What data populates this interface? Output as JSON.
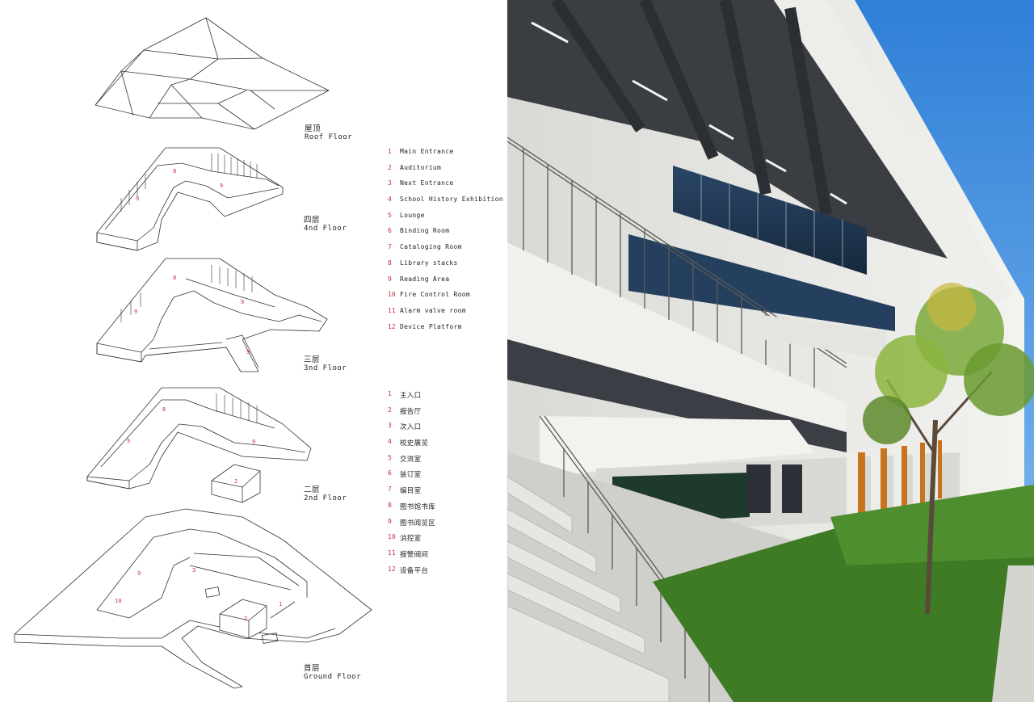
{
  "floors": [
    {
      "cn": "屋顶",
      "en": "Roof Floor"
    },
    {
      "cn": "四层",
      "en": "4nd Floor"
    },
    {
      "cn": "三层",
      "en": "3nd Floor"
    },
    {
      "cn": "二层",
      "en": "2nd Floor"
    },
    {
      "cn": "首层",
      "en": "Ground Floor"
    }
  ],
  "legend_en": [
    {
      "num": "1",
      "text": "Main Entrance"
    },
    {
      "num": "2",
      "text": "Auditorium"
    },
    {
      "num": "3",
      "text": "Next Entrance"
    },
    {
      "num": "4",
      "text": "School History Exhibition"
    },
    {
      "num": "5",
      "text": "Lounge"
    },
    {
      "num": "6",
      "text": "Binding Room"
    },
    {
      "num": "7",
      "text": "Cataloging Room"
    },
    {
      "num": "8",
      "text": "Library stacks"
    },
    {
      "num": "9",
      "text": "Reading Area"
    },
    {
      "num": "10",
      "text": "Fire Control Room"
    },
    {
      "num": "11",
      "text": "Alarm valve room"
    },
    {
      "num": "12",
      "text": "Device Platform"
    }
  ],
  "legend_cn": [
    {
      "num": "1",
      "text": "主入口"
    },
    {
      "num": "2",
      "text": "报告厅"
    },
    {
      "num": "3",
      "text": "次入口"
    },
    {
      "num": "4",
      "text": "校史展览"
    },
    {
      "num": "5",
      "text": "交流室"
    },
    {
      "num": "6",
      "text": "装订室"
    },
    {
      "num": "7",
      "text": "编目室"
    },
    {
      "num": "8",
      "text": "图书馆书库"
    },
    {
      "num": "9",
      "text": "图书阅览区"
    },
    {
      "num": "10",
      "text": "消控室"
    },
    {
      "num": "11",
      "text": "报警阀间"
    },
    {
      "num": "12",
      "text": "设备平台"
    }
  ],
  "plan_marks": {
    "fourth": [
      "9",
      "9",
      "8"
    ],
    "third": [
      "9",
      "8",
      "9",
      "9"
    ],
    "second": [
      "9",
      "8",
      "9",
      "2"
    ],
    "ground": [
      "9",
      "10",
      "3",
      "1",
      "2"
    ]
  },
  "colors": {
    "number": "#c8323c",
    "line": "#333333",
    "sky": "#3f8fe0",
    "soffit": "#3a3d42",
    "wall": "#e9e9e6",
    "glass": "#1f3550",
    "timber": "#c8741e",
    "lawn": "#3f7a24"
  }
}
